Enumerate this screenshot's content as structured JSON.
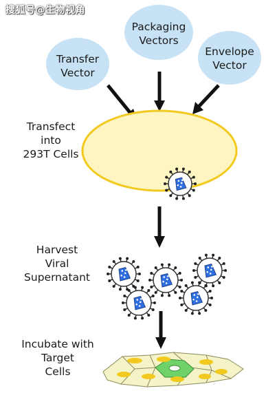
{
  "watermark": "搜狐号@生物视角",
  "vectors": {
    "transfer": [
      "Transfer",
      "Vector"
    ],
    "packaging": [
      "Packaging",
      "Vectors"
    ],
    "envelope": [
      "Envelope",
      "Vector"
    ]
  },
  "steps": {
    "transfect": [
      "Transfect",
      "into",
      "293T Cells"
    ],
    "harvest": [
      "Harvest",
      "Viral",
      "Supernatant"
    ],
    "incubate": [
      "Incubate with",
      "Target",
      "Cells"
    ]
  },
  "colors": {
    "bubble": "#c6e2f4",
    "cell_fill": "#fdf6c2",
    "cell_border": "#f2c91e",
    "virus_core": "#2f6fe0",
    "virus_envelope": "#ffffff",
    "target_cell_fill": "#f4f4c8",
    "target_nucleus": "#f2c91e",
    "infected_cell": "#6fd36a"
  }
}
